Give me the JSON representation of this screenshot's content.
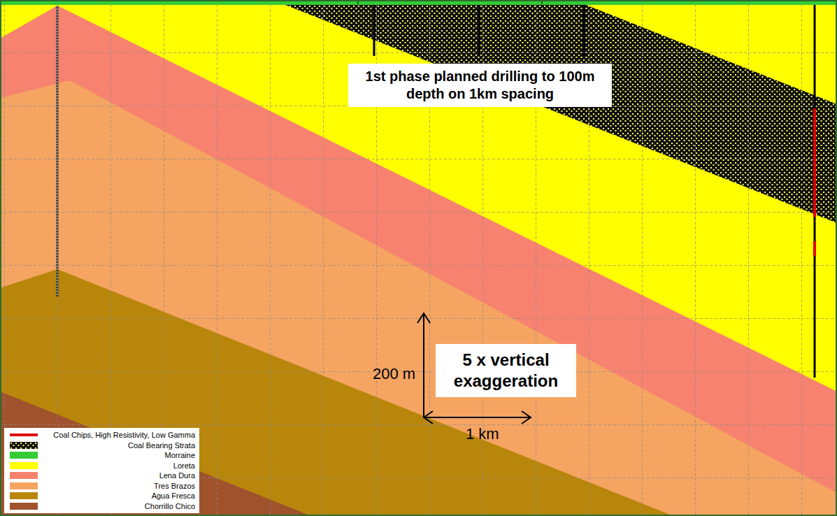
{
  "diagram": {
    "nodes": [
      {
        "text": [
          "1st phase planned drilling to 100m depth on 1km spacing"
        ]
      },
      {
        "text": [
          "5 x vertical exaggeration"
        ]
      }
    ],
    "labels": [
      "200 m",
      "1 km"
    ],
    "legend": [
      {
        "text": "Coal Chips, High Resistivity, Low Gamma"
      },
      {
        "text": "Coal Bearing Strata"
      },
      {
        "text": "Morraine",
        "color": "#33cc33"
      },
      {
        "text": "Loreta",
        "color": "#ffff00"
      },
      {
        "text": "Lena Dura",
        "color": "#f7826f"
      },
      {
        "text": "Tres Brazos",
        "color": "#f5a462"
      },
      {
        "text": "Agua Fresca",
        "color": "#b8860b"
      },
      {
        "text": "Chorrillo Chico",
        "color": "#a0522d"
      }
    ]
  }
}
